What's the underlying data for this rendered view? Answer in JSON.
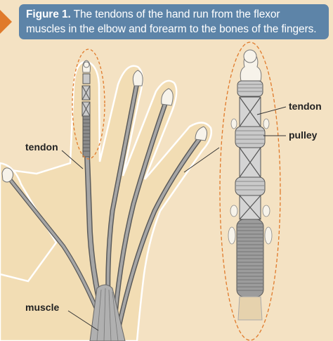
{
  "caption": {
    "label": "Figure 1.",
    "text": " The tendons of the hand run from the flexor muscles in the elbow and forearm to the bones of the fingers."
  },
  "labels": {
    "tendon_left": "tendon",
    "muscle": "muscle",
    "tendon_right": "tendon",
    "pulley": "pulley"
  },
  "colors": {
    "background": "#f4e2c3",
    "hand": "#f2ddb4",
    "caption_bg": "#5d84a8",
    "accent_orange": "#e07a2b",
    "tendon_gray": "#9a9a9a",
    "tendon_dark": "#5a5a5a",
    "bone": "#f7f3ea"
  }
}
